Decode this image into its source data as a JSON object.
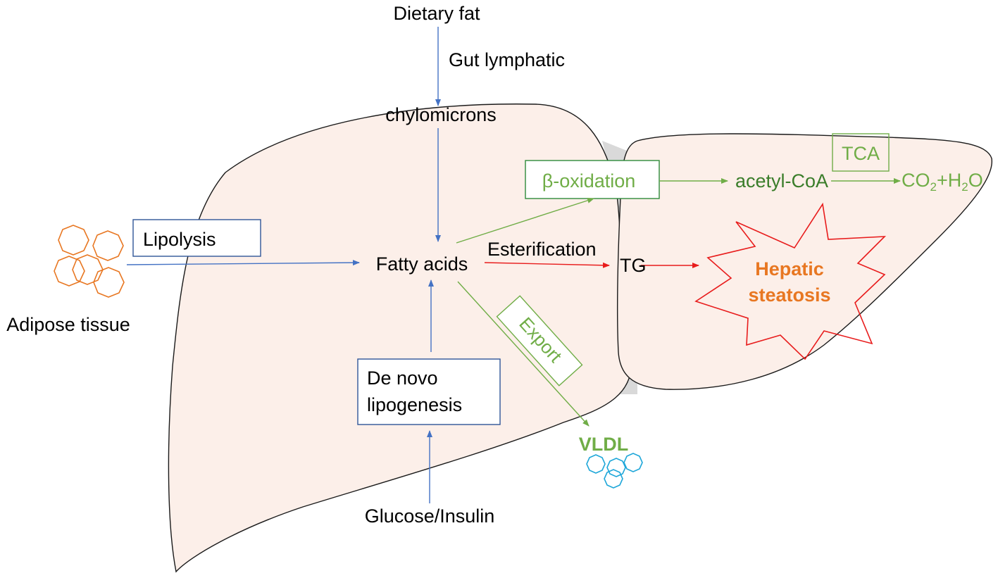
{
  "labels": {
    "dietary_fat": "Dietary fat",
    "gut_lymphatic": "Gut lymphatic",
    "chylomicrons": "chylomicrons",
    "lipolysis": "Lipolysis",
    "adipose_tissue": "Adipose tissue",
    "fatty_acids": "Fatty acids",
    "esterification": "Esterification",
    "tg": "TG",
    "beta_oxidation": "β-oxidation",
    "acetyl_coa": "acetyl-CoA",
    "tca": "TCA",
    "co2": "CO",
    "co2_sub": "2",
    "plus_h": "+H",
    "h2o_sub": "2",
    "o": "O",
    "hepatic": "Hepatic",
    "steatosis": "steatosis",
    "export": "Export",
    "de_novo": "De novo",
    "lipogenesis": "lipogenesis",
    "vldl": "VLDL",
    "glucose_insulin": "Glucose/Insulin"
  },
  "colors": {
    "liver_fill": "#fcefe9",
    "outline": "#1a1a1a",
    "blue_arrow": "#4472c4",
    "green": "#70ad47",
    "dark_green": "#3a7d2a",
    "red": "#e81c1c",
    "orange": "#e87722",
    "cyan": "#1fa7d9",
    "box_blue": "#2f5597"
  }
}
